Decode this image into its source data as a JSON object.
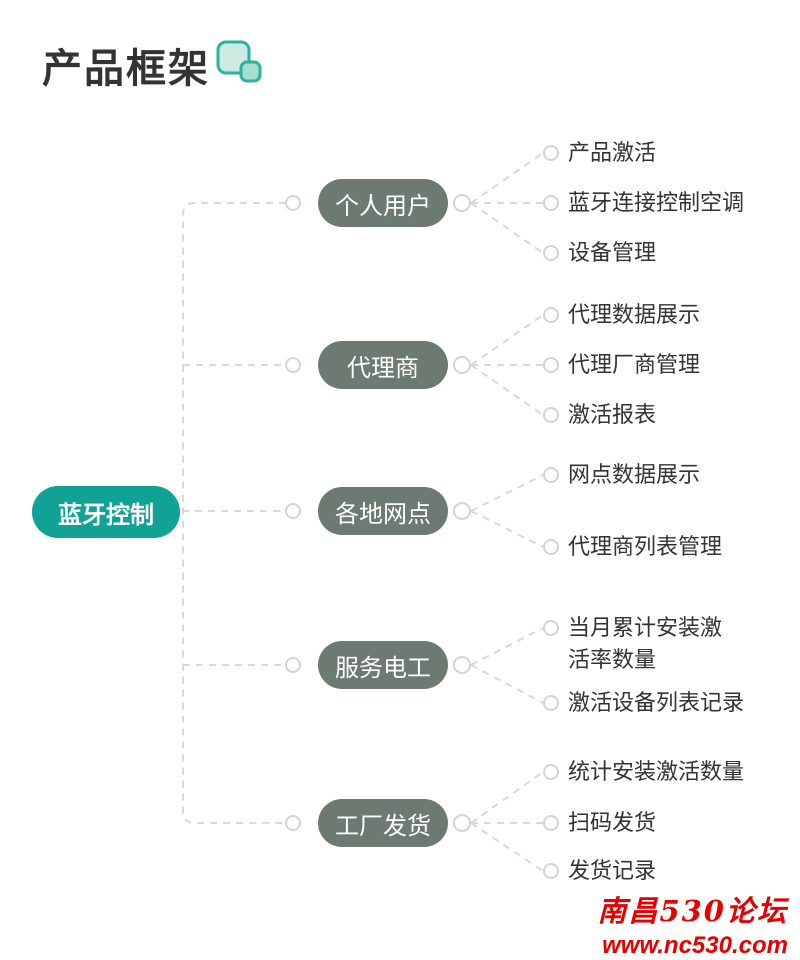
{
  "page": {
    "title": "产品框架",
    "title_icon": "overlapping-squares-icon"
  },
  "colors": {
    "root_bg": "#10a294",
    "branch_bg": "#6d7a71",
    "icon_accent": "#2fb19d",
    "connector": "#d9d9d9",
    "text": "#333333",
    "watermark_red": "#e60000"
  },
  "tree": {
    "root": {
      "label": "蓝牙控制"
    },
    "branches": [
      {
        "label": "个人用户",
        "children": [
          "产品激活",
          "蓝牙连接控制空调",
          "设备管理"
        ]
      },
      {
        "label": "代理商",
        "children": [
          "代理数据展示",
          "代理厂商管理",
          "激活报表"
        ]
      },
      {
        "label": "各地网点",
        "children": [
          "网点数据展示",
          "代理商列表管理"
        ]
      },
      {
        "label": "服务电工",
        "children": [
          "当月累计安装激\n活率数量",
          "激活设备列表记录"
        ]
      },
      {
        "label": "工厂发货",
        "children": [
          "统计安装激活数量",
          "扫码发货",
          "发货记录"
        ]
      }
    ]
  },
  "watermark": {
    "line1": "南昌530论坛",
    "line2": "www.nc530.com"
  }
}
